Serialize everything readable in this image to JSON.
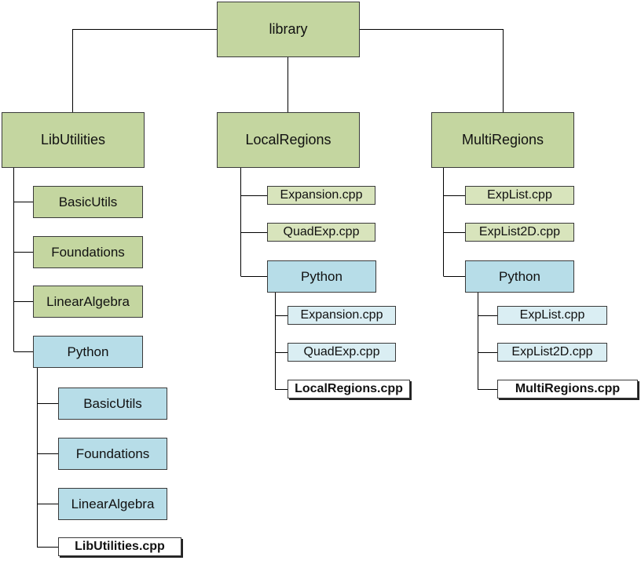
{
  "root": {
    "label": "library"
  },
  "libutilities": {
    "label": "LibUtilities",
    "children": [
      "BasicUtils",
      "Foundations",
      "LinearAlgebra"
    ],
    "python": {
      "label": "Python",
      "children": [
        "BasicUtils",
        "Foundations",
        "LinearAlgebra"
      ],
      "file": "LibUtilities.cpp"
    }
  },
  "localregions": {
    "label": "LocalRegions",
    "children": [
      "Expansion.cpp",
      "QuadExp.cpp"
    ],
    "python": {
      "label": "Python",
      "children": [
        "Expansion.cpp",
        "QuadExp.cpp"
      ],
      "file": "LocalRegions.cpp"
    }
  },
  "multiregions": {
    "label": "MultiRegions",
    "children": [
      "ExpList.cpp",
      "ExpList2D.cpp"
    ],
    "python": {
      "label": "Python",
      "children": [
        "ExpList.cpp",
        "ExpList2D.cpp"
      ],
      "file": "MultiRegions.cpp"
    }
  },
  "colors": {
    "module_green": "#c4d6a0",
    "file_green": "#d8e4bc",
    "python_blue": "#b7dde8",
    "file_blue": "#daeef3",
    "line": "#000000"
  }
}
